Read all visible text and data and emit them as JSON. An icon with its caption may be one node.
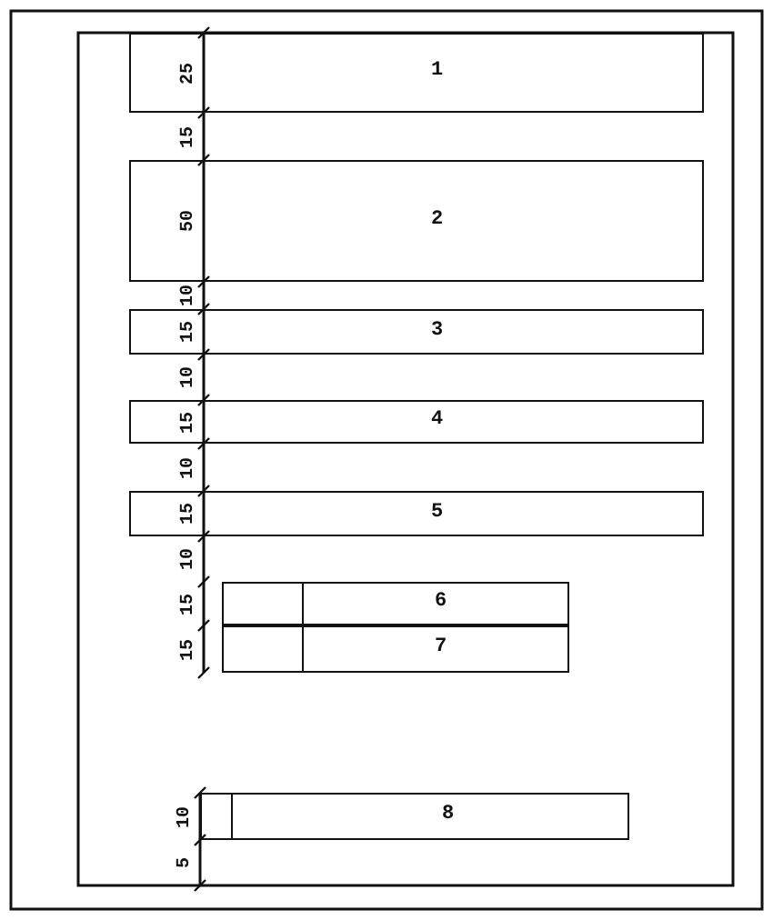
{
  "diagram": {
    "nodes": [
      {
        "text": [
          "1"
        ]
      },
      {
        "text": [
          "2"
        ]
      },
      {
        "text": [
          "3"
        ]
      },
      {
        "text": [
          "4"
        ]
      },
      {
        "text": [
          "5"
        ]
      },
      {
        "text": [
          "6"
        ]
      },
      {
        "text": [
          "7"
        ]
      },
      {
        "text": [
          "8"
        ]
      }
    ],
    "labels": [
      "25",
      "15",
      "50",
      "10",
      "15",
      "10",
      "15",
      "10",
      "15",
      "10",
      "15",
      "15",
      "10",
      "5"
    ]
  }
}
